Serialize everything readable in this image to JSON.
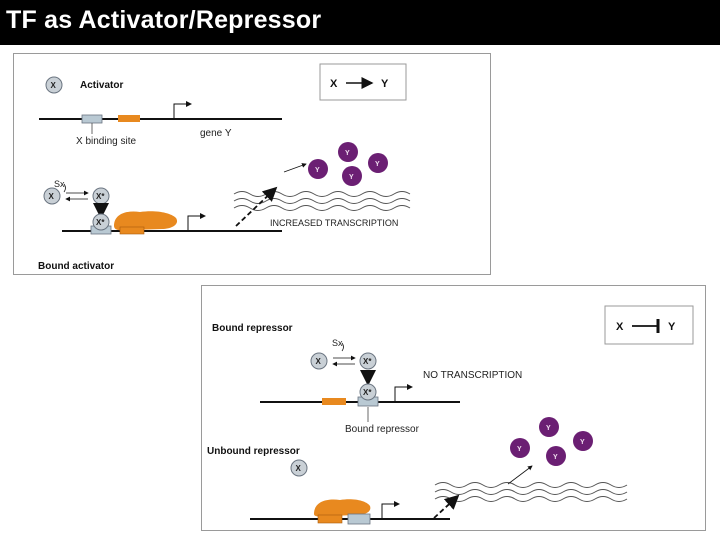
{
  "title": "TF as Activator/Repressor",
  "activator_panel": {
    "heading": "Activator",
    "binding_site_label": "X binding site",
    "gene_label": "gene Y",
    "signal_label": "Sx",
    "bound_label": "Bound activator",
    "transcription_label": "INCREASED  TRANSCRIPTION",
    "legend": {
      "from": "X",
      "to": "Y"
    },
    "x_label": "X",
    "x_star_label": "X*",
    "y_label": "Y"
  },
  "repressor_panel": {
    "bound_heading": "Bound repressor",
    "unbound_heading": "Unbound repressor",
    "signal_label": "Sx",
    "no_transcription_label": "NO  TRANSCRIPTION",
    "bound_repressor_label": "Bound repressor",
    "legend": {
      "from": "X",
      "to": "Y"
    },
    "x_label": "X",
    "x_star_label": "X*",
    "y_label": "Y"
  },
  "colors": {
    "y_protein": "#6b1f73",
    "polymerase": "#e8891f",
    "gene_box": "#e8891f",
    "binding_site": "#b9c9d3",
    "x_molecule": "#c9d0d6"
  }
}
